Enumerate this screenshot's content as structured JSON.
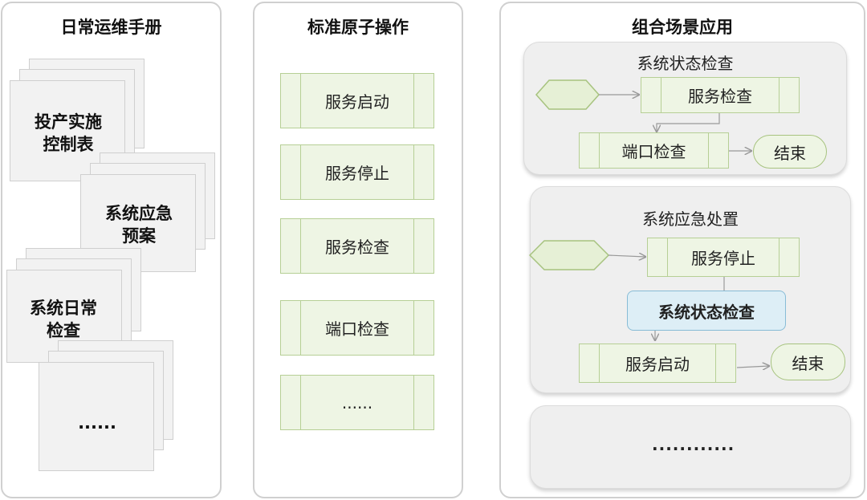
{
  "panels": {
    "manual": {
      "title": "日常运维手册"
    },
    "atomic": {
      "title": "标准原子操作"
    },
    "scenario": {
      "title": "组合场景应用"
    }
  },
  "manuals": [
    {
      "label": "投产实施\n控制表"
    },
    {
      "label": "系统应急\n预案"
    },
    {
      "label": "系统日常\n检查"
    },
    {
      "label": "......"
    }
  ],
  "atomic_ops": [
    {
      "label": "服务启动"
    },
    {
      "label": "服务停止"
    },
    {
      "label": "服务检查"
    },
    {
      "label": "端口检查"
    },
    {
      "label": "......"
    }
  ],
  "scenes": {
    "status_check": {
      "title": "系统状态检查",
      "step1": "服务检查",
      "step2": "端口检查",
      "end": "结束"
    },
    "emergency": {
      "title": "系统应急处置",
      "step1": "服务停止",
      "call": "系统状态检查",
      "step2": "服务启动",
      "end": "结束"
    },
    "more": {
      "label": "............"
    }
  },
  "colors": {
    "process_fill": "#eef5e4",
    "process_border": "#b6cf95",
    "call_fill": "#ddeef6",
    "scene_fill": "#efefef"
  }
}
